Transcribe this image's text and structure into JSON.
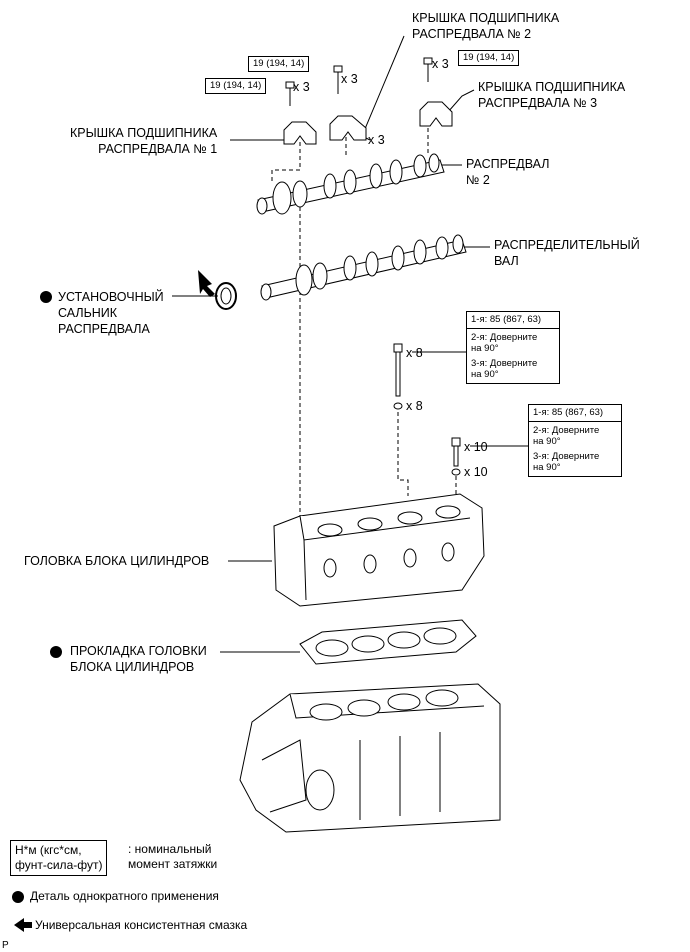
{
  "labels": {
    "cap2": [
      "КРЫШКА ПОДШИПНИКА",
      "РАСПРЕДВАЛА № 2"
    ],
    "cap3": [
      "КРЫШКА ПОДШИПНИКА",
      "РАСПРЕДВАЛА № 3"
    ],
    "cap1": [
      "КРЫШКА ПОДШИПНИКА",
      "РАСПРЕДВАЛА № 1"
    ],
    "camshaft2": [
      "РАСПРЕДВАЛ",
      "№ 2"
    ],
    "camshaft": [
      "РАСПРЕДЕЛИТЕЛЬНЫЙ",
      "ВАЛ"
    ],
    "oil_seal": [
      "УСТАНОВОЧНЫЙ",
      "САЛЬНИК",
      "РАСПРЕДВАЛА"
    ],
    "cylinder_head": "ГОЛОВКА БЛОКА ЦИЛИНДРОВ",
    "gasket": [
      "ПРОКЛАДКА ГОЛОВКИ",
      "БЛОКА ЦИЛИНДРОВ"
    ]
  },
  "torque": {
    "cap2_bolt": "19 (194, 14)",
    "cap3_bolt": "19 (194, 14)",
    "cap1_bolt": "19 (194, 14)"
  },
  "quantities": {
    "cap2_bolt": "x 3",
    "cap1_bolt": "x 3",
    "cap2_part": "x 3",
    "cap3_bolt": "x 3",
    "head_bolt_long": "x 8",
    "head_washer_long": "x 8",
    "head_bolt_short": "x 10",
    "head_washer_short": "x 10"
  },
  "spec_long": {
    "step1": "1-я: 85 (867, 63)",
    "step2": [
      "2-я: Доверните",
      "на 90°"
    ],
    "step3": [
      "3-я: Доверните",
      "на 90°"
    ]
  },
  "spec_short": {
    "step1": "1-я: 85 (867, 63)",
    "step2": [
      "2-я: Доверните",
      "на 90°"
    ],
    "step3": [
      "3-я: Доверните",
      "на 90°"
    ]
  },
  "legend": {
    "torque_units": [
      "Н*м (кгс*см,",
      "фунт-сила-фут)"
    ],
    "torque_desc": [
      ": номинальный",
      "момент затяжки"
    ],
    "non_reusable": "Деталь однократного применения",
    "grease": "Универсальная консистентная смазка"
  },
  "footer_mark": "P"
}
